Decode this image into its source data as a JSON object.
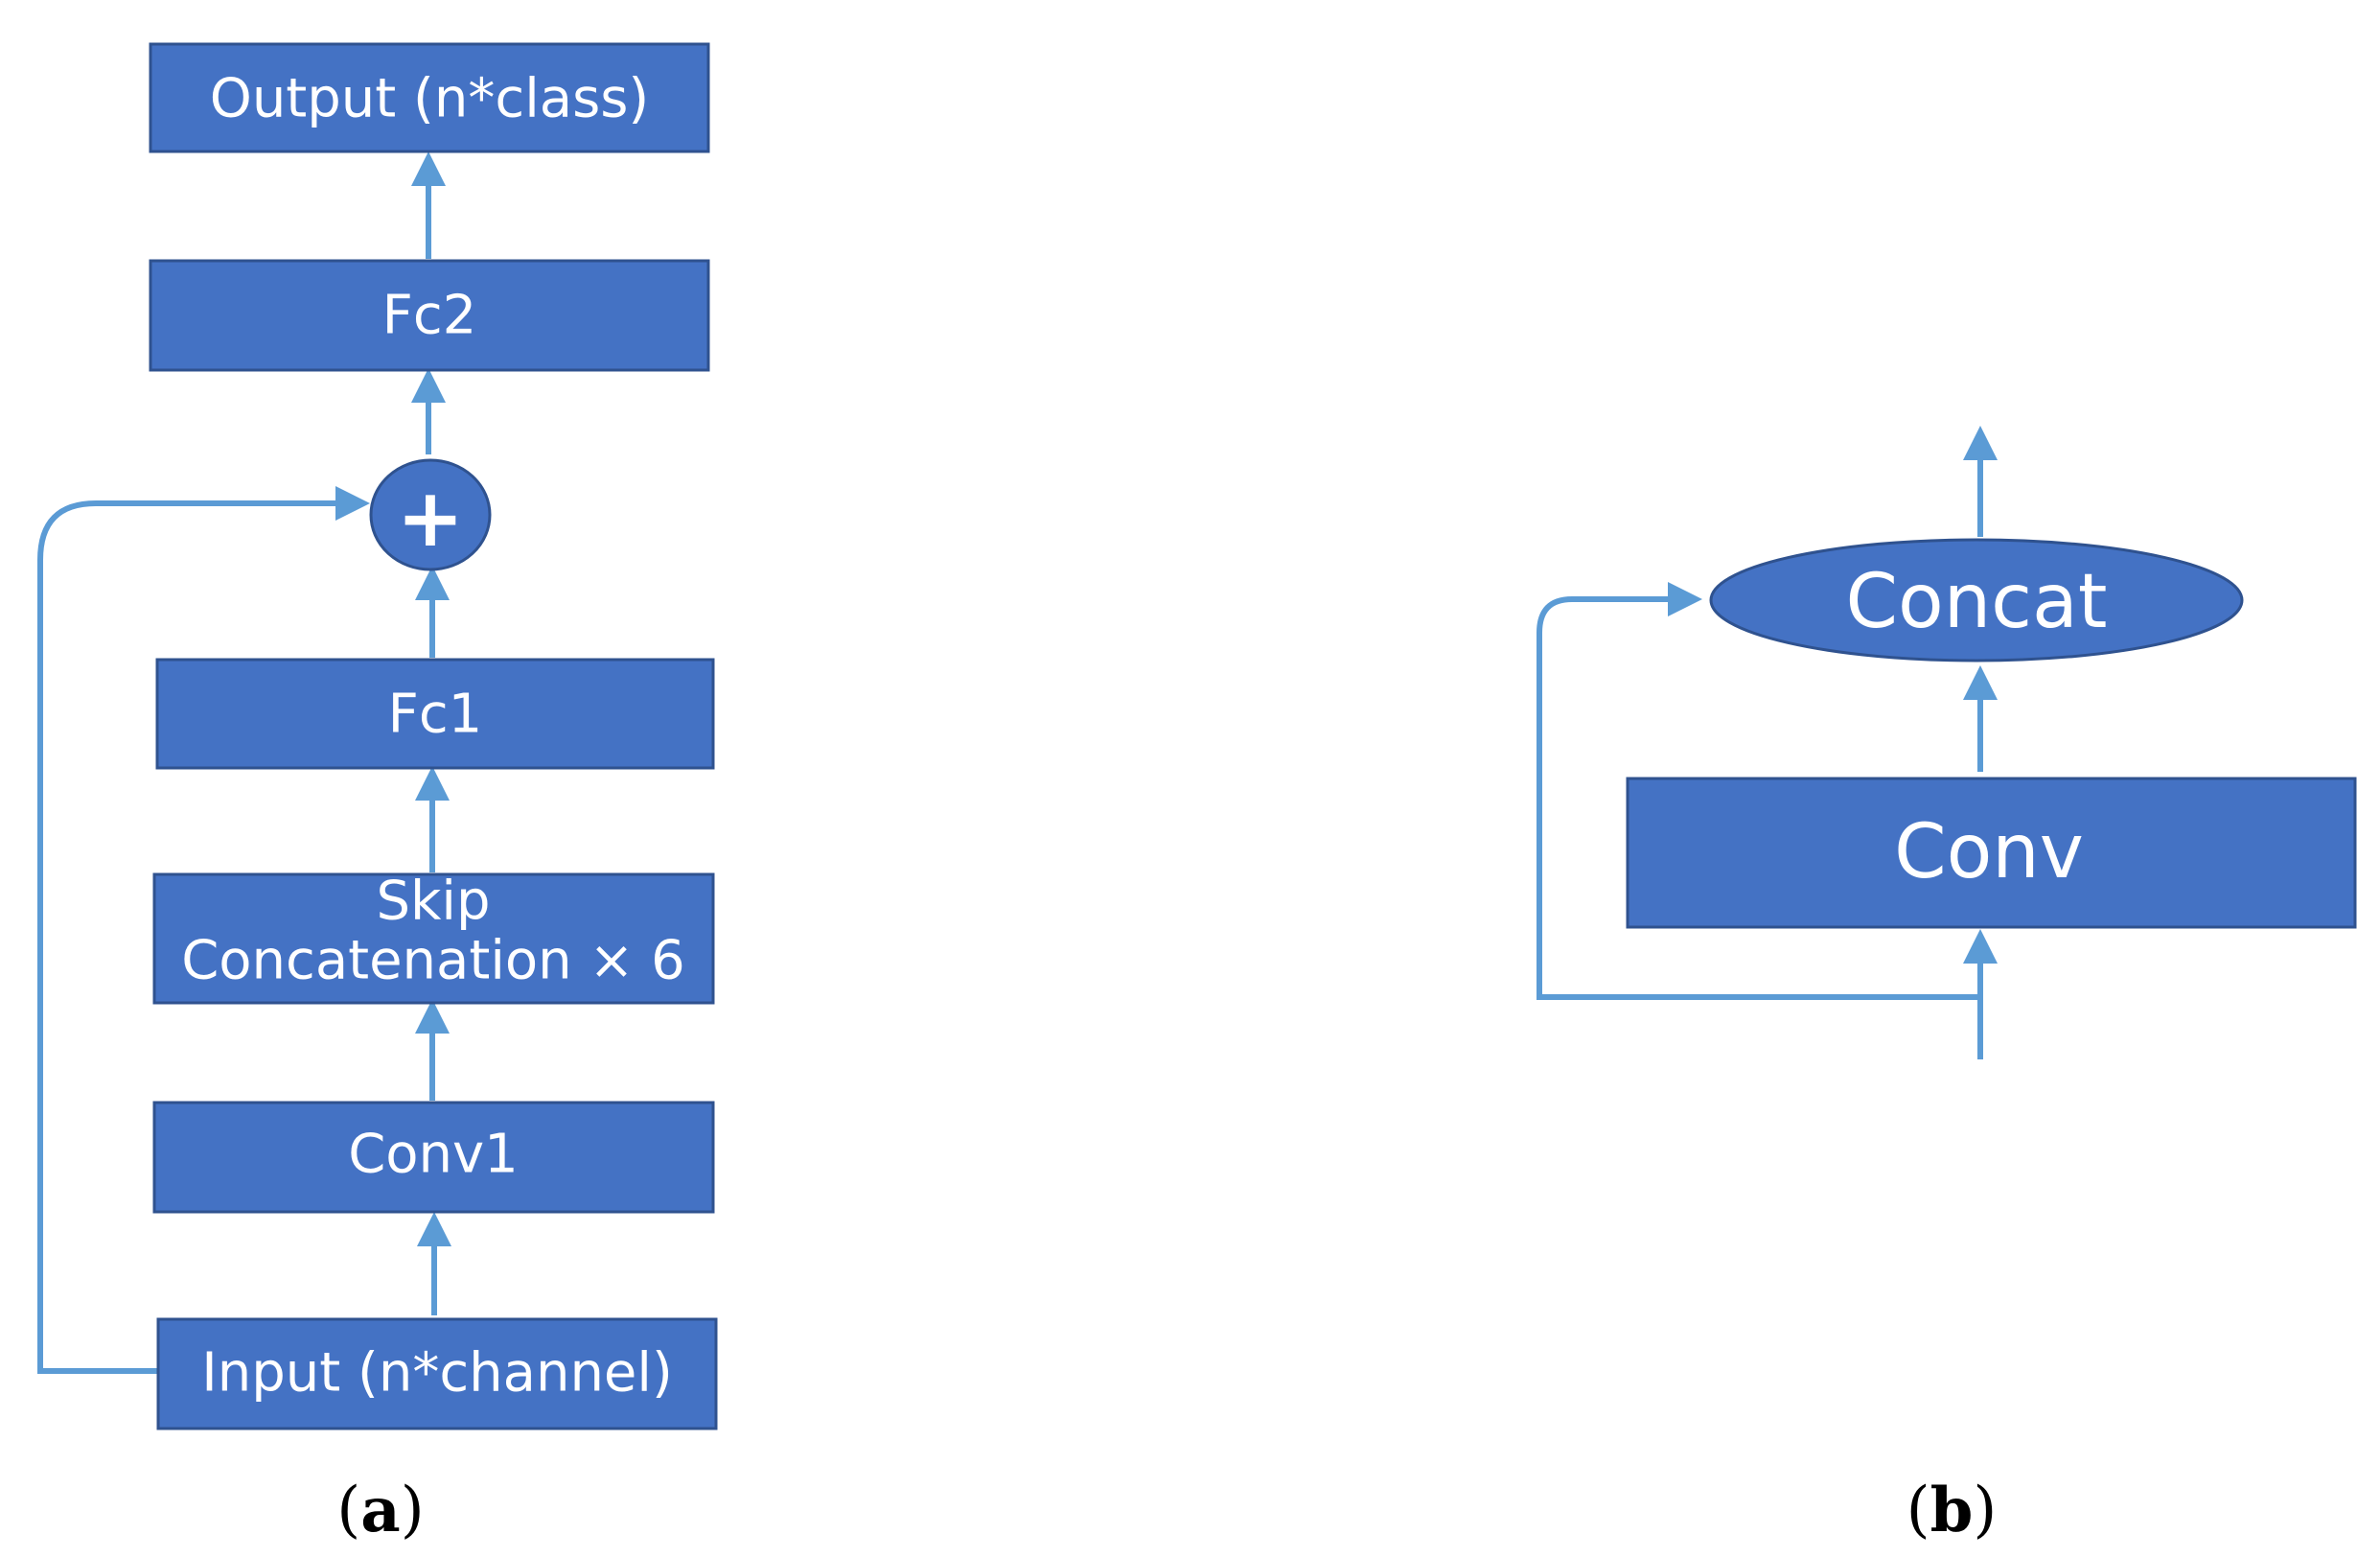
{
  "panel_a": {
    "output": "Output (n*class)",
    "fc2": "Fc2",
    "add": "+",
    "fc1": "Fc1",
    "skip_line1": "Skip",
    "skip_line2": "Concatenation × 6",
    "conv1": "Conv1",
    "input": "Input (n*channel)",
    "caption_open": "(",
    "caption_letter": "a",
    "caption_close": ")"
  },
  "panel_b": {
    "concat": "Concat",
    "conv": "Conv",
    "caption_open": "(",
    "caption_letter": "b",
    "caption_close": ")"
  },
  "colors": {
    "box_fill": "#4472c4",
    "box_border": "#2f528f",
    "arrow": "#5b9bd5",
    "text_on_box": "#ffffff"
  }
}
